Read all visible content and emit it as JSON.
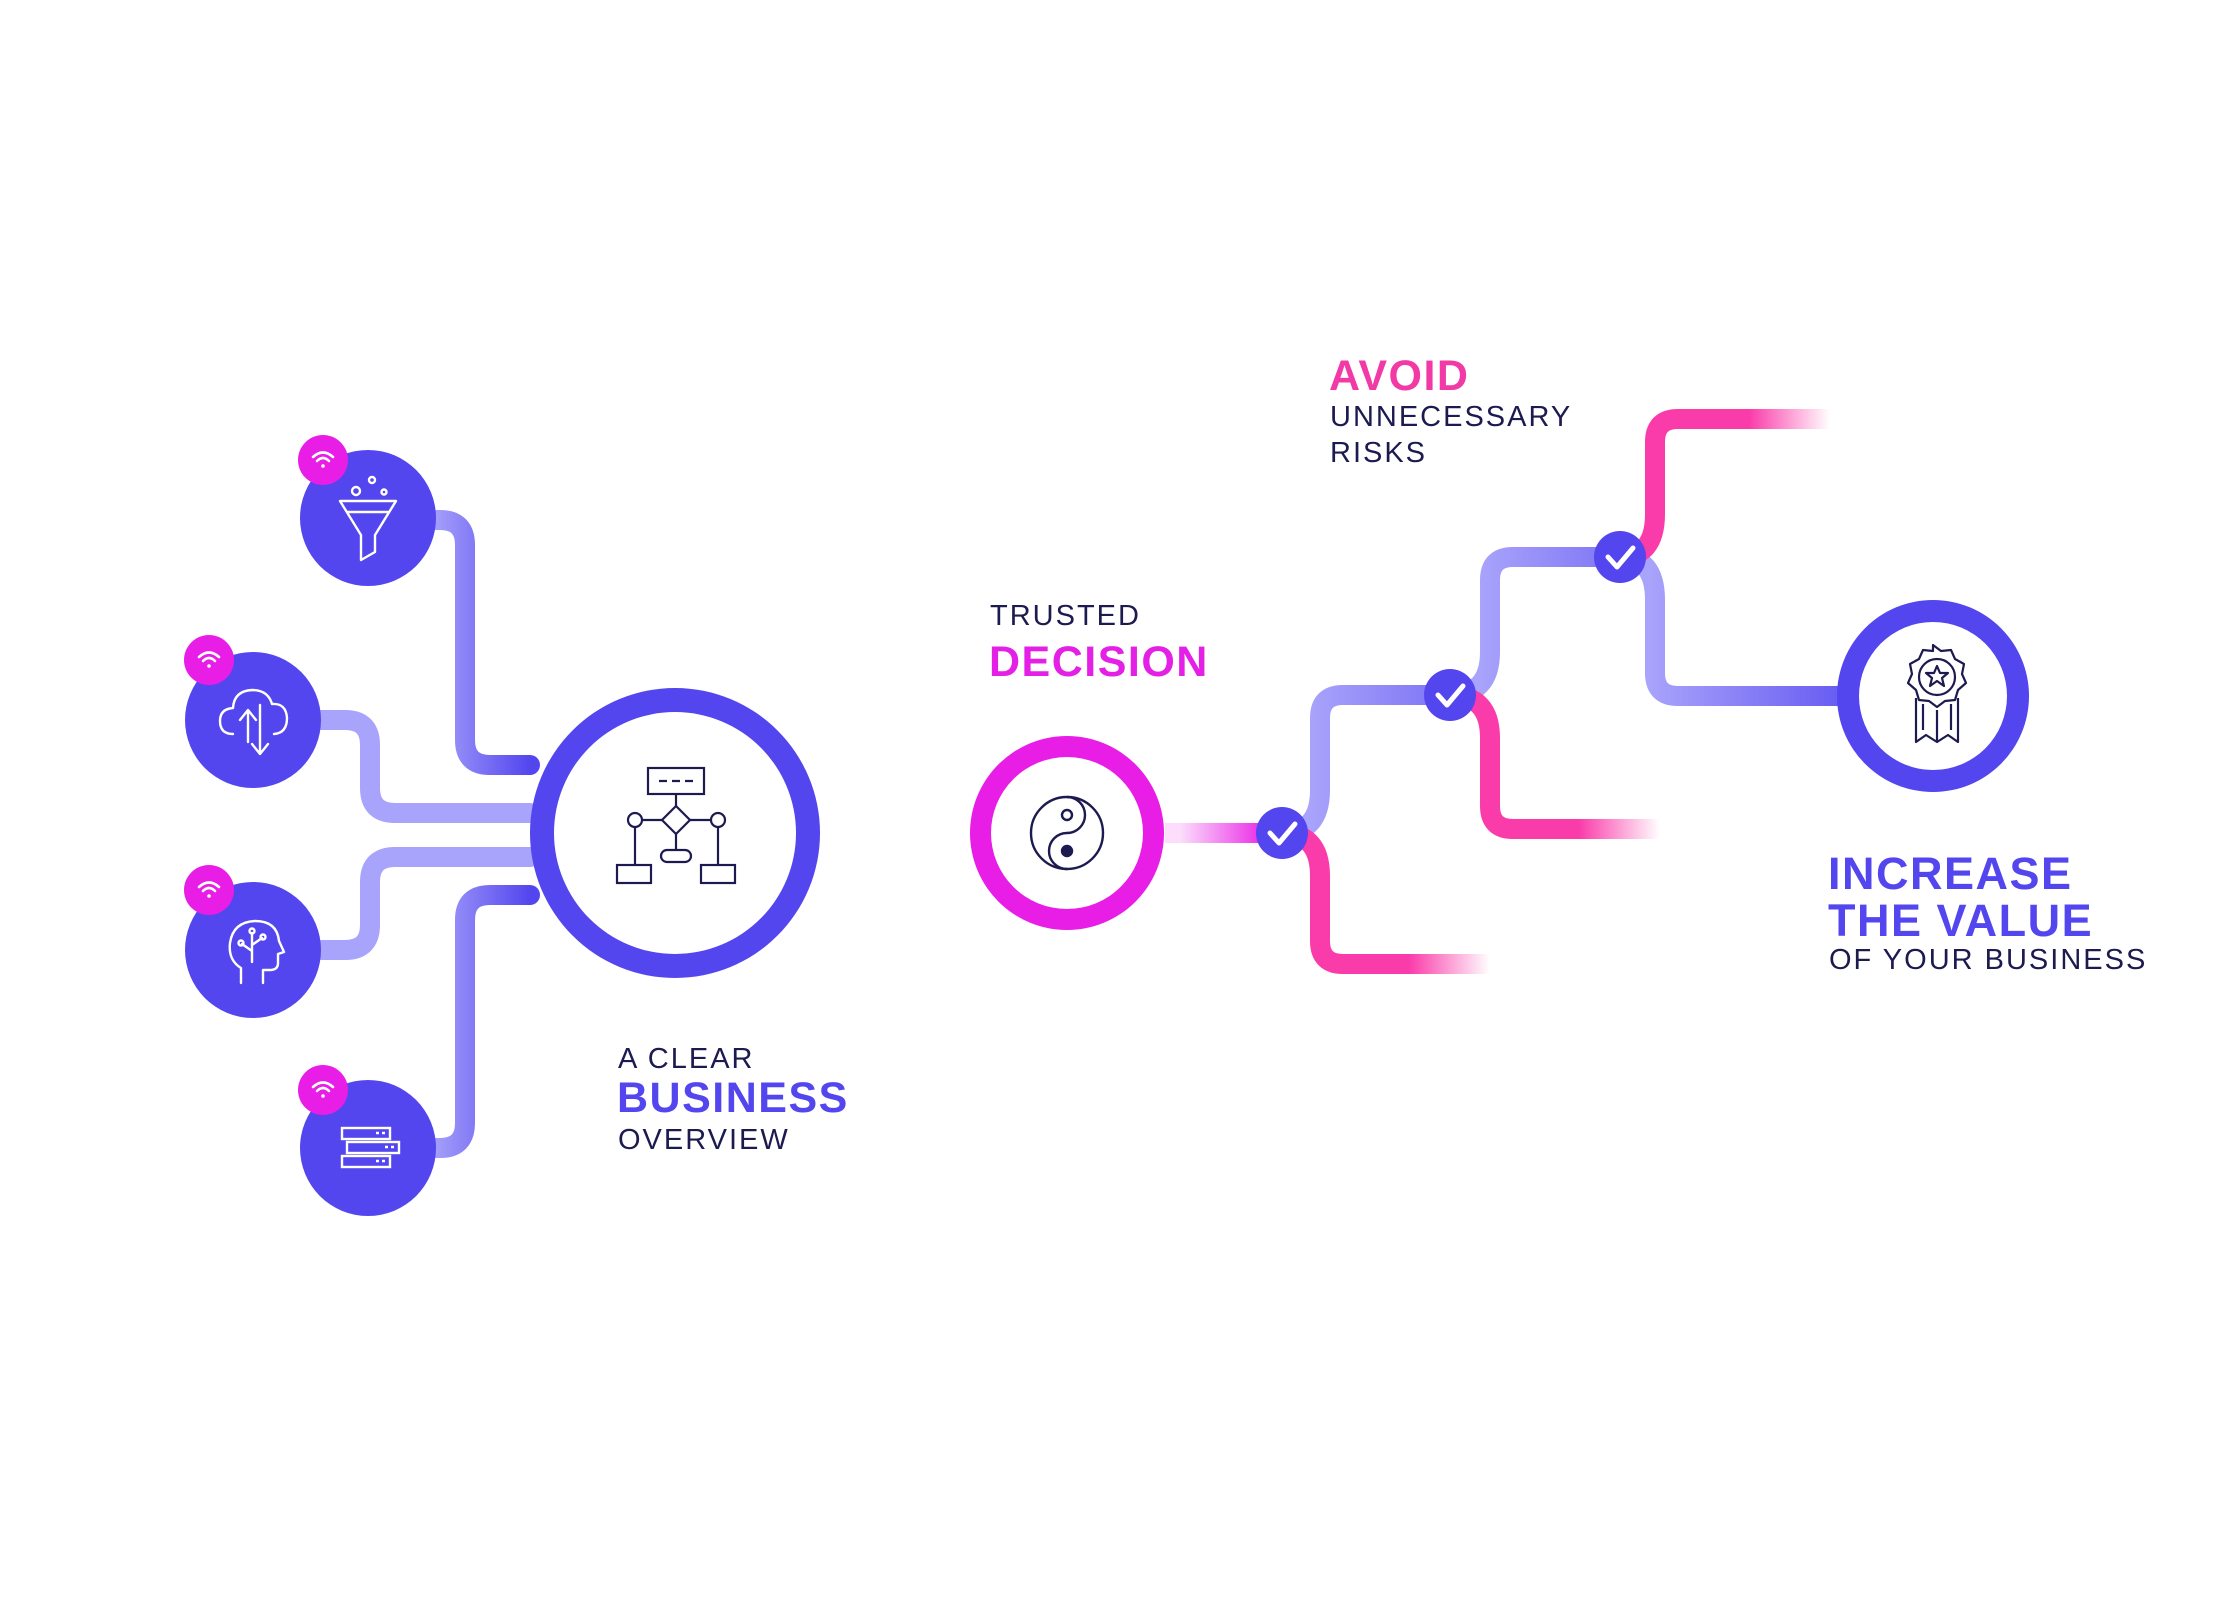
{
  "colors": {
    "primary": "#5346ee",
    "light_primary": "#a8a3fb",
    "accent": "#e81ee6",
    "pink": "#fa3caa",
    "dark_text": "#1c1a4f"
  },
  "sources": [
    {
      "icon": "filter-funnel-icon",
      "badge_icon": "wifi-icon"
    },
    {
      "icon": "cloud-sync-icon",
      "badge_icon": "wifi-icon"
    },
    {
      "icon": "ai-head-icon",
      "badge_icon": "wifi-icon"
    },
    {
      "icon": "server-stack-icon",
      "badge_icon": "wifi-icon"
    }
  ],
  "hub": {
    "icon": "flowchart-icon"
  },
  "decision_node": {
    "icon": "yin-yang-icon"
  },
  "checkpoints": [
    {
      "icon": "check-icon"
    },
    {
      "icon": "check-icon"
    },
    {
      "icon": "check-icon"
    }
  ],
  "value_node": {
    "icon": "award-badge-icon"
  },
  "labels": {
    "overview": {
      "line1": "A CLEAR",
      "line2": "BUSINESS",
      "line3": "OVERVIEW"
    },
    "decision": {
      "line1": "TRUSTED",
      "line2": "DECISION"
    },
    "risks": {
      "line1": "AVOID",
      "line2": "UNNECESSARY",
      "line3": "RISKS"
    },
    "value": {
      "line1": "INCREASE",
      "line2": "THE VALUE",
      "line3": "OF YOUR BUSINESS"
    }
  }
}
